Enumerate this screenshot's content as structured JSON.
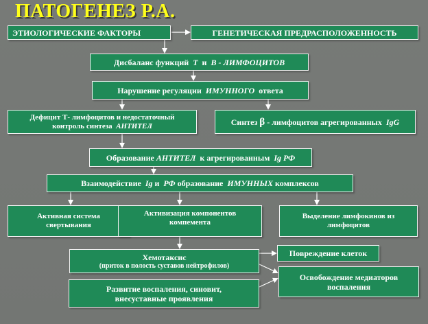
{
  "title": "ПАТОГЕНЕЗ Р.А.",
  "colors": {
    "title": "#ffff1a",
    "box_fill": "#1f8a57",
    "box_border": "#f2f2f2",
    "background": "#777a77",
    "arrow": "#ffffff"
  },
  "nodes": {
    "etiology": {
      "text": "ЭТИОЛОГИЧЕСКИЕ ФАКТОРЫ"
    },
    "genetic": {
      "text": "ГЕНЕТИЧЕСКАЯ ПРЕДРАСПОЛОЖЕННОСТЬ"
    },
    "imbalance": {
      "pre": "Дисбаланс функций  ",
      "t": "Т",
      "mid": "  и  ",
      "b": "В - ЛИМФОЦИТОВ"
    },
    "regulation": {
      "pre": "Нарушение регуляции  ",
      "immune": "ИМУННОГО",
      "post": "  ответа"
    },
    "deficit": {
      "line1": "Дефицит Т-  лимфоцитов и недостаточный",
      "line2_pre": "контроль синтеза  ",
      "line2_it": "АНТИТЕЛ"
    },
    "synthesis": {
      "pre": "Синтез ",
      "beta": "β",
      "mid": " - лимфоцитов агрегированных  ",
      "igg": "IgG"
    },
    "antibodies": {
      "pre": "Образование ",
      "ab": "АНТИТЕЛ",
      "mid": "  к агрегированным  ",
      "igrf": "Ig РФ"
    },
    "interaction": {
      "pre": "Взаимодействие  ",
      "ig": "Ig",
      "and": " и  ",
      "rf": "РФ",
      "mid": " образование  ",
      "immune": "ИМУННЫХ",
      "post": " комплексов"
    },
    "coagulation": {
      "line1": "Активная система",
      "line2": "свертывания"
    },
    "complement": {
      "line1": "Активизация компонентов",
      "line2": "компемента"
    },
    "lymphokines": {
      "line1": "Выделение лимфокинов из",
      "line2": "лимфоцитов"
    },
    "chemotaxis": {
      "line1": "Хемотаксис",
      "line2": "(приток в полость суставов нейтрофилов)"
    },
    "cell_damage": {
      "text": "Повреждение клеток"
    },
    "inflammation": {
      "line1": "Развитие воспаления, синовит,",
      "line2": "внесуставные проявления"
    },
    "mediators": {
      "line1": "Освобождение медиаторов",
      "line2": "воспаления"
    }
  }
}
